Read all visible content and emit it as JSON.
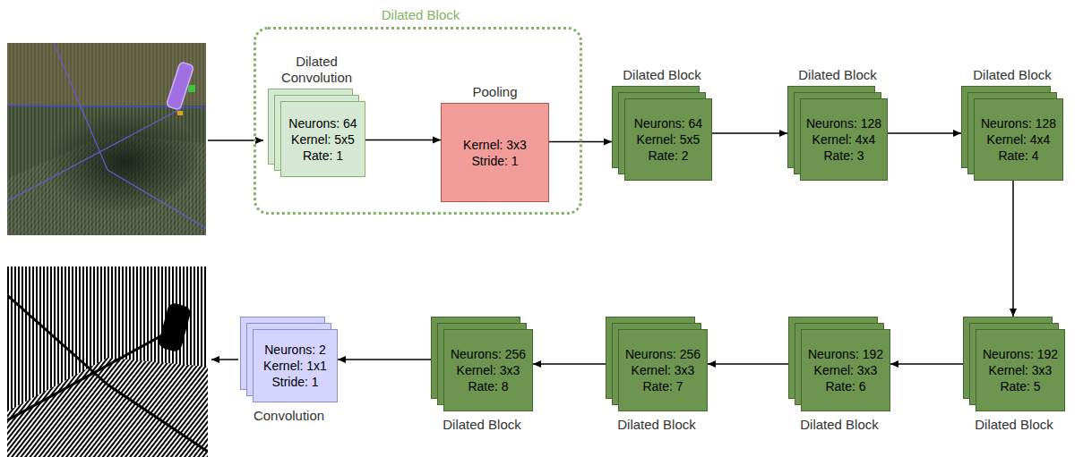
{
  "diagram": {
    "nodes": [
      {
        "text": [
          "Dilated Block"
        ]
      },
      {
        "text": [
          "Dilated Convolution",
          "Neurons: 64",
          "Kernel: 5x5",
          "Rate: 1"
        ],
        "in": 0
      },
      {
        "text": [
          "Pooling",
          "Kernel: 3x3",
          "Stride: 1"
        ],
        "in": 0
      },
      {
        "text": [
          "Dilated Block",
          "Neurons: 64",
          "Kernel: 5x5",
          "Rate: 2"
        ]
      },
      {
        "text": [
          "Dilated Block",
          "Neurons: 128",
          "Kernel: 4x4",
          "Rate: 3"
        ]
      },
      {
        "text": [
          "Dilated Block",
          "Neurons: 128",
          "Kernel: 4x4",
          "Rate: 4"
        ]
      },
      {
        "text": [
          "Dilated Block",
          "Neurons: 192",
          "Kernel: 3x3",
          "Rate: 5"
        ]
      },
      {
        "text": [
          "Dilated Block",
          "Neurons: 192",
          "Kernel: 3x3",
          "Rate: 6"
        ]
      },
      {
        "text": [
          "Dilated Block",
          "Neurons: 256",
          "Kernel: 3x3",
          "Rate: 7"
        ]
      },
      {
        "text": [
          "Dilated Block",
          "Neurons: 256",
          "Kernel: 3x3",
          "Rate: 8"
        ]
      },
      {
        "text": [
          "Convolution",
          "Neurons: 2",
          "Kernel: 1x1",
          "Stride: 1"
        ]
      }
    ],
    "edges": [
      {
        "from": 1,
        "to": 2,
        "arrow": "to"
      },
      {
        "from": 2,
        "to": 3,
        "arrow": "to"
      },
      {
        "from": 3,
        "to": 4,
        "arrow": "to"
      },
      {
        "from": 4,
        "to": 5,
        "arrow": "to"
      },
      {
        "from": 5,
        "to": 6,
        "arrow": "to"
      },
      {
        "from": 6,
        "to": 7,
        "arrow": "to"
      },
      {
        "from": 7,
        "to": 8,
        "arrow": "to"
      },
      {
        "from": 8,
        "to": 9,
        "arrow": "to"
      },
      {
        "from": 9,
        "to": 10,
        "arrow": "to"
      }
    ]
  }
}
